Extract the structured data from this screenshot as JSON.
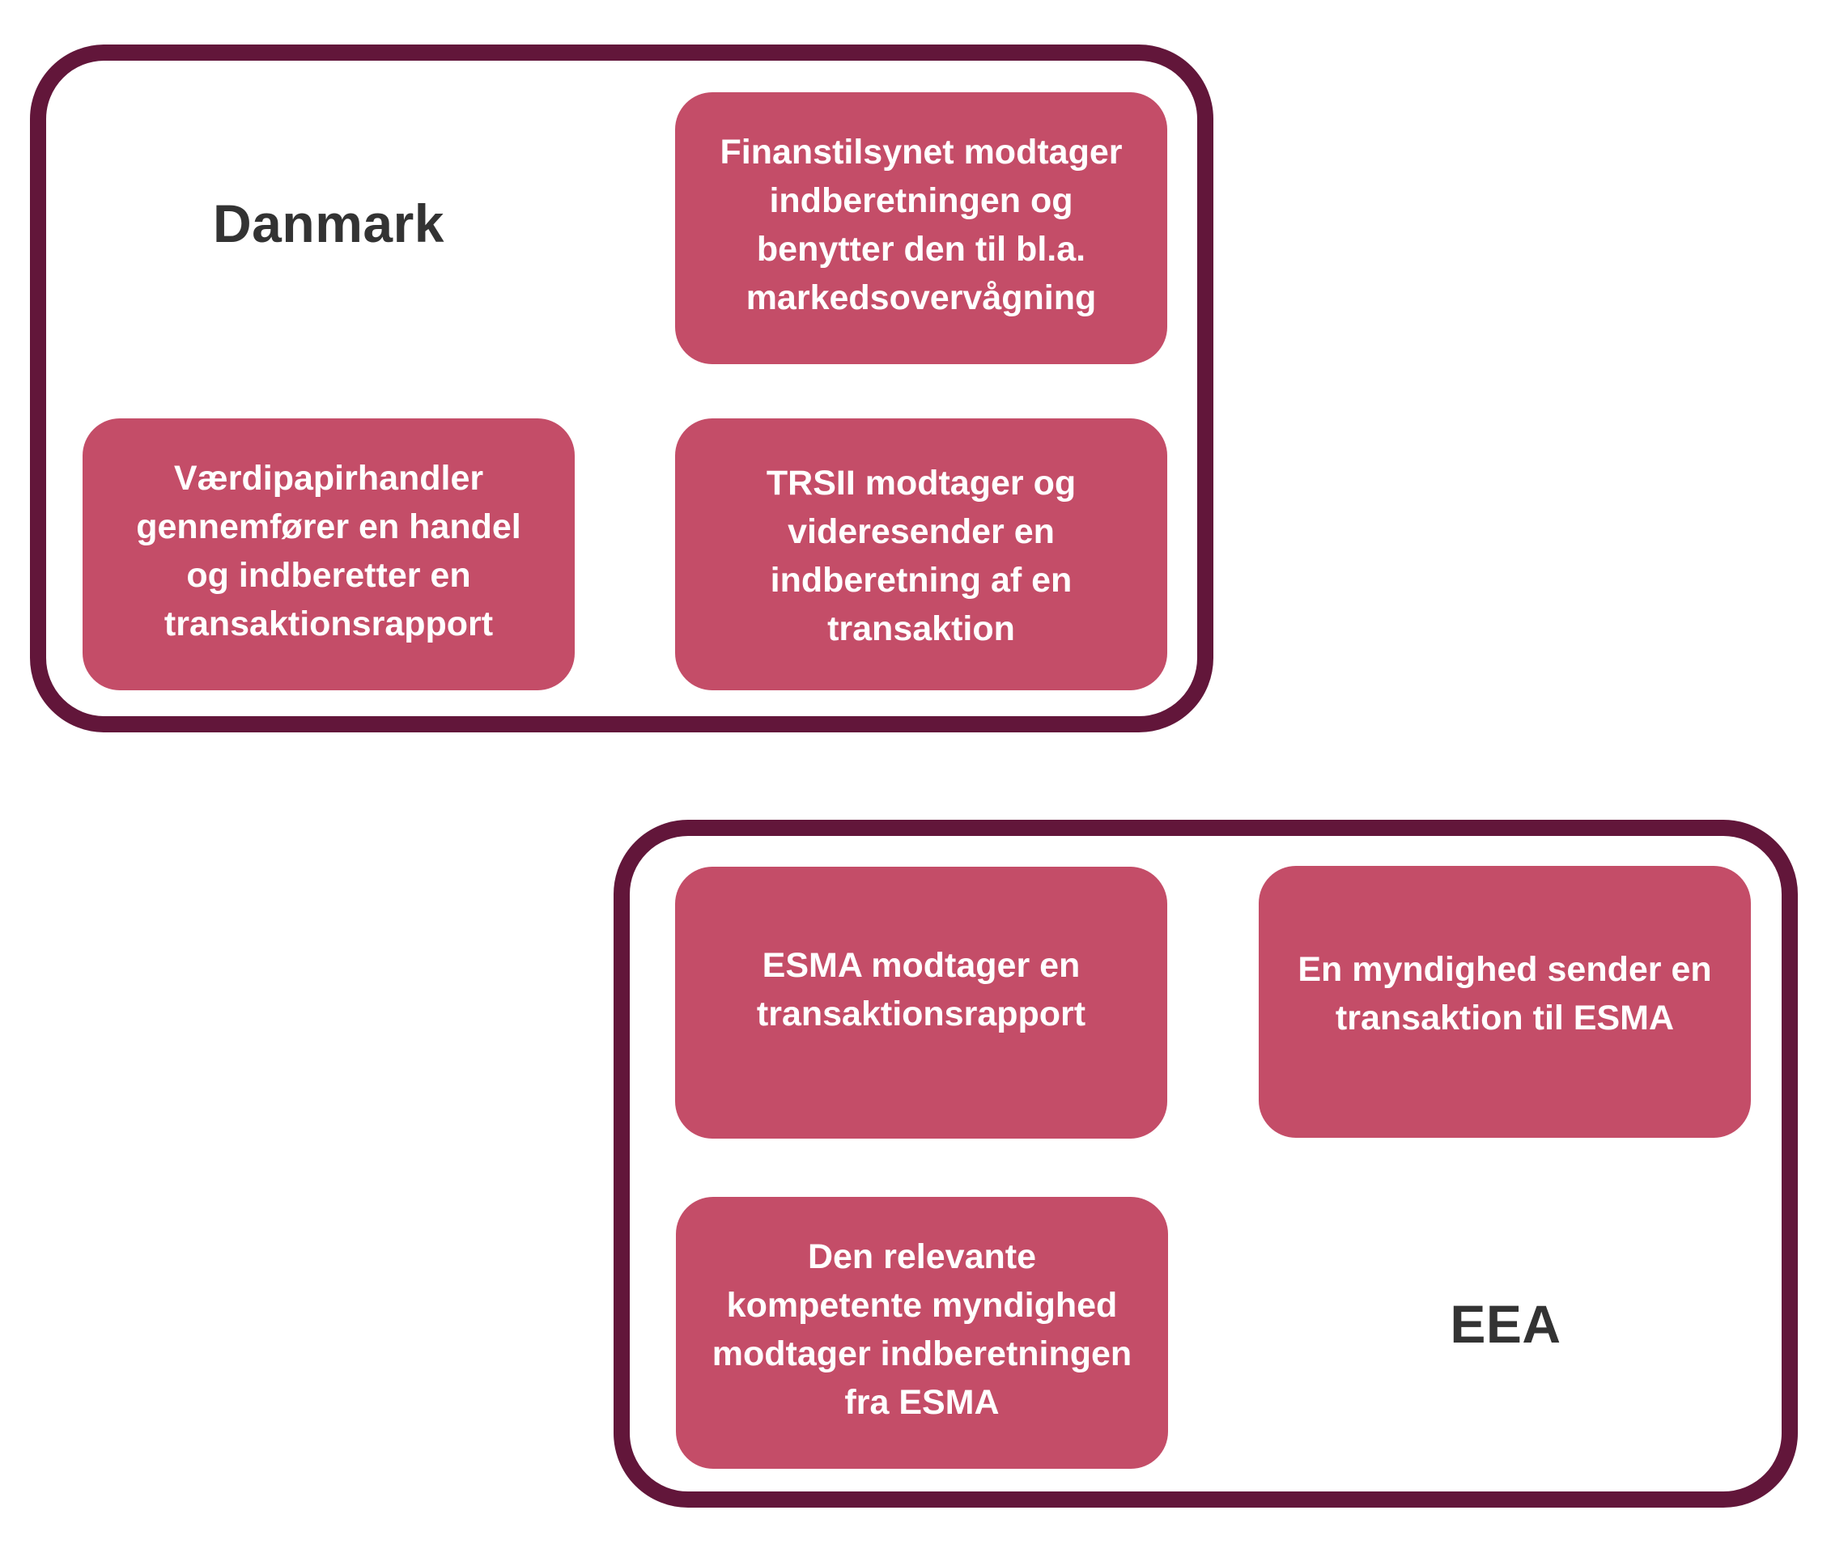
{
  "colors": {
    "group_border": "#62163a",
    "step_fill": "#c44d68",
    "step_text": "#ffffff",
    "region_label": "#333333",
    "background": "#ffffff"
  },
  "groups": {
    "denmark": {
      "label": "Danmark",
      "steps": {
        "finanstilsynet": {
          "lines": [
            "Finanstilsynet modtager",
            "indberetningen og",
            "benytter den til bl.a.",
            "markedsovervågning"
          ]
        },
        "vaerdipapirhandler": {
          "lines": [
            "Værdipapirhandler",
            "gennemfører en handel",
            "og indberetter en",
            "transaktionsrapport"
          ]
        },
        "trsii": {
          "lines": [
            "TRSII modtager og",
            "videresender en",
            "indberetning af en",
            "transaktion"
          ]
        }
      }
    },
    "eea": {
      "label": "EEA",
      "steps": {
        "esma": {
          "lines": [
            "ESMA modtager en",
            "transaktionsrapport"
          ]
        },
        "myndighed_sender": {
          "lines": [
            "En myndighed sender en",
            "transaktion til ESMA"
          ]
        },
        "relevante_myndighed": {
          "lines": [
            "Den relevante",
            "kompetente myndighed",
            "modtager indberetningen",
            "fra ESMA"
          ]
        }
      }
    }
  }
}
